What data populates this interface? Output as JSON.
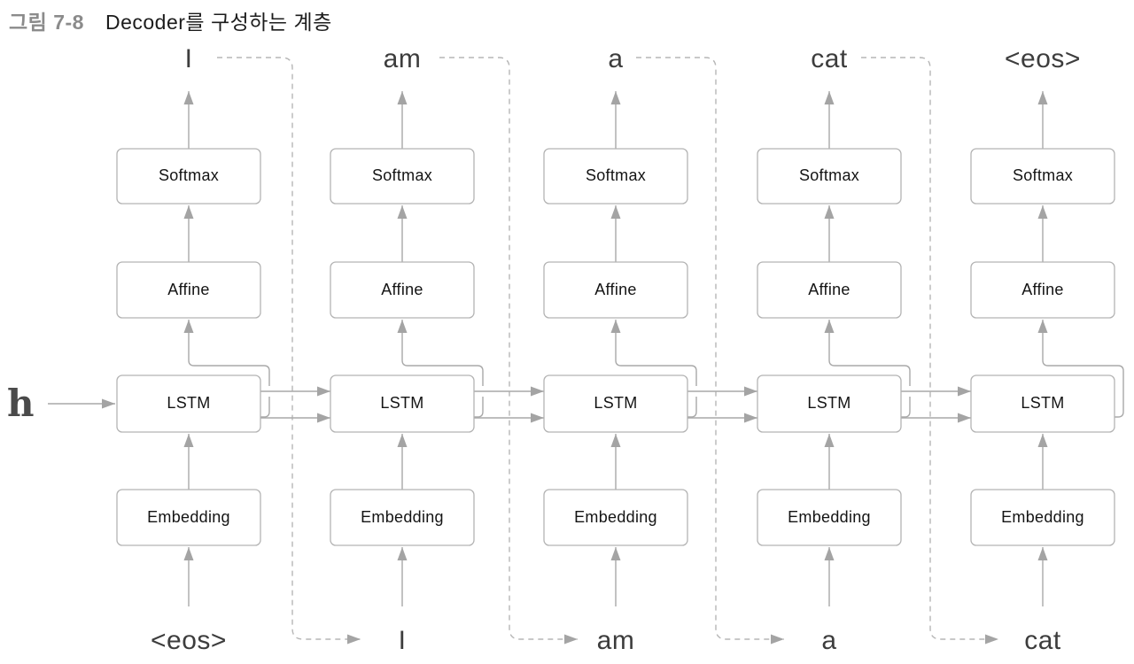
{
  "title": {
    "label": "그림 7-8",
    "caption": "Decoder를 구성하는 계층"
  },
  "diagram": {
    "hidden_state_label": "h",
    "layer_names": {
      "softmax": "Softmax",
      "affine": "Affine",
      "lstm": "LSTM",
      "embedding": "Embedding"
    },
    "outputs": [
      "I",
      "am",
      "a",
      "cat",
      "<eos>"
    ],
    "inputs": [
      "<eos>",
      "I",
      "am",
      "a",
      "cat"
    ],
    "columns": 5
  },
  "colors": {
    "box_border": "#b3b3b3",
    "box_fill": "#ffffff",
    "arrow": "#a9a9a9",
    "dashed_arrow": "#b6b6b6",
    "box_text": "#141414",
    "word_text": "#3d3d3d",
    "title_label": "#8b8b8b",
    "title_caption": "#1c1c1c"
  }
}
